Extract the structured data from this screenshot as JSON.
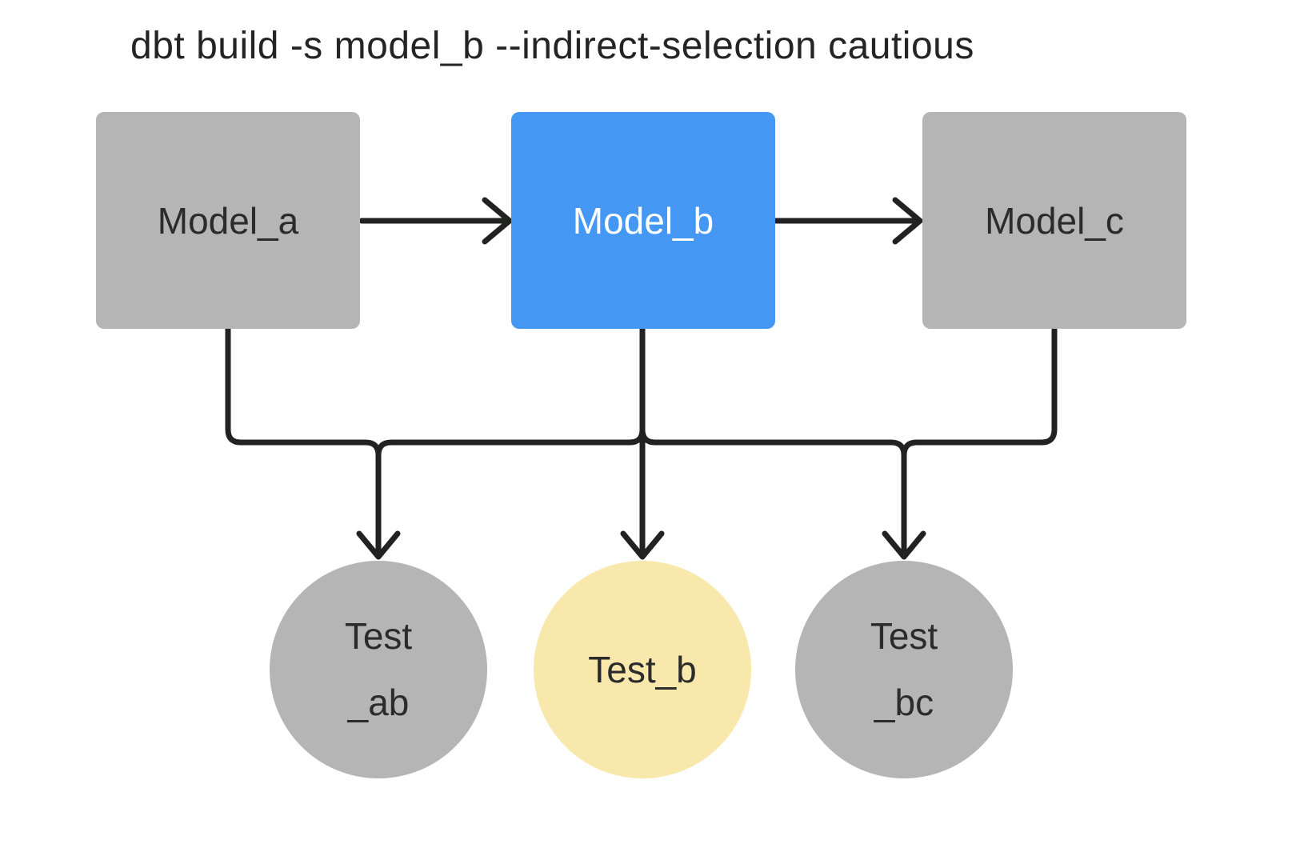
{
  "title": "dbt build -s model_b --indirect-selection cautious",
  "colors": {
    "canvas_bg": "#ffffff",
    "model_default": "#b5b5b5",
    "model_selected": "#4497f2",
    "test_default": "#b5b5b5",
    "test_indirect": "#f9e8ab",
    "edge": "#222222",
    "label_dark": "#2b2b2b",
    "label_light": "#ffffff"
  },
  "models": [
    {
      "id": "model_a",
      "label": "Model_a",
      "state": "default"
    },
    {
      "id": "model_b",
      "label": "Model_b",
      "state": "selected"
    },
    {
      "id": "model_c",
      "label": "Model_c",
      "state": "default"
    }
  ],
  "tests": [
    {
      "id": "test_ab",
      "line1": "Test",
      "line2": "_ab",
      "state": "default"
    },
    {
      "id": "test_b",
      "line1": "Test_b",
      "state": "indirectly-selected"
    },
    {
      "id": "test_bc",
      "line1": "Test",
      "line2": "_bc",
      "state": "default"
    }
  ],
  "edges": [
    {
      "from": "model_a",
      "to": "model_b"
    },
    {
      "from": "model_b",
      "to": "model_c"
    },
    {
      "from": "model_a",
      "to": "test_ab"
    },
    {
      "from": "model_b",
      "to": "test_ab"
    },
    {
      "from": "model_b",
      "to": "test_b"
    },
    {
      "from": "model_b",
      "to": "test_bc"
    },
    {
      "from": "model_c",
      "to": "test_bc"
    }
  ]
}
